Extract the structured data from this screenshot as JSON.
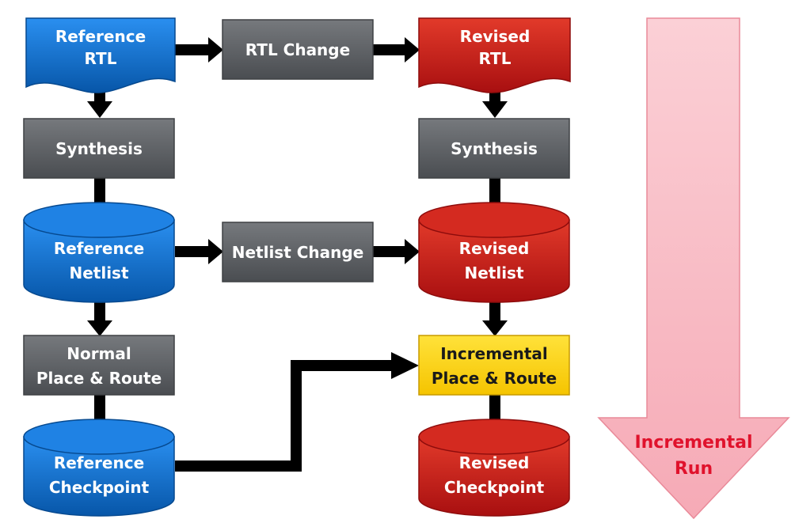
{
  "colors": {
    "blue": "#0a6fd0",
    "red": "#cc1a1a",
    "gray": "#5a5d61",
    "yellow": "#ffd400",
    "pink_arrow": "#f9bcc6",
    "pink_text": "#e0122c",
    "arrow": "#000000"
  },
  "nodes": {
    "reference_rtl": [
      "Reference",
      "RTL"
    ],
    "rtl_change": [
      "RTL Change"
    ],
    "revised_rtl": [
      "Revised",
      "RTL"
    ],
    "synthesis_left": [
      "Synthesis"
    ],
    "synthesis_right": [
      "Synthesis"
    ],
    "reference_netlist": [
      "Reference",
      "Netlist"
    ],
    "netlist_change": [
      "Netlist Change"
    ],
    "revised_netlist": [
      "Revised",
      "Netlist"
    ],
    "normal_place_route": [
      "Normal",
      "Place & Route"
    ],
    "incremental_place_route": [
      "Incremental",
      "Place & Route"
    ],
    "reference_checkpoint": [
      "Reference",
      "Checkpoint"
    ],
    "revised_checkpoint": [
      "Revised",
      "Checkpoint"
    ]
  },
  "run_arrow": [
    "Incremental",
    "Run"
  ]
}
